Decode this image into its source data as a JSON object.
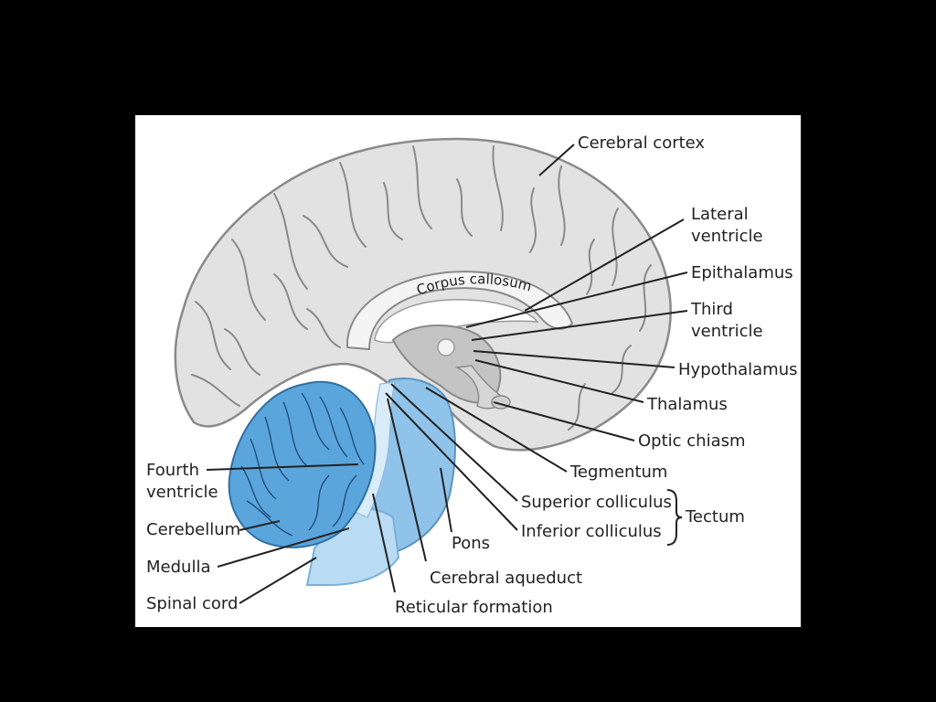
{
  "diagram": {
    "colors": {
      "background": "#000000",
      "panel": "#ffffff",
      "cortex": "#e2e2e2",
      "cortex_outline": "#8a8a8a",
      "diencephalon": "#c4c4c4",
      "brainstem_blue": "#8fc3ea",
      "brainstem_light": "#b9dcf4",
      "cerebellum_blue": "#5aa5dc",
      "label_text": "#222222"
    },
    "labels": {
      "cerebral_cortex": "Cerebral cortex",
      "lateral_ventricle_1": "Lateral",
      "lateral_ventricle_2": "ventricle",
      "epithalamus": "Epithalamus",
      "third_ventricle_1": "Third",
      "third_ventricle_2": "ventricle",
      "hypothalamus": "Hypothalamus",
      "thalamus": "Thalamus",
      "optic_chiasm": "Optic chiasm",
      "tegmentum": "Tegmentum",
      "superior_colliculus": "Superior colliculus",
      "inferior_colliculus": "Inferior colliculus",
      "tectum": "Tectum",
      "pons": "Pons",
      "cerebral_aqueduct": "Cerebral aqueduct",
      "reticular_formation": "Reticular formation",
      "fourth_ventricle_1": "Fourth",
      "fourth_ventricle_2": "ventricle",
      "cerebellum": "Cerebellum",
      "medulla": "Medulla",
      "spinal_cord": "Spinal cord",
      "corpus_callosum": "Corpus callosum"
    }
  }
}
